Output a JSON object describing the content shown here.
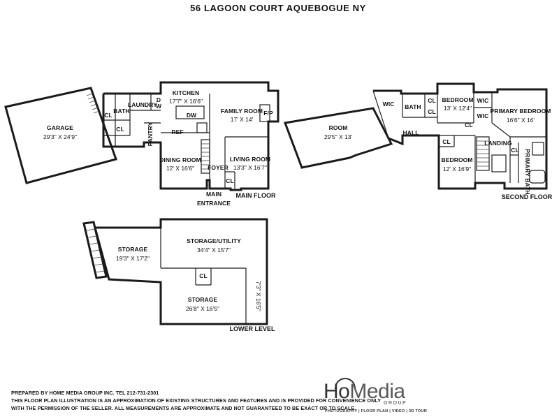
{
  "title": "56 LAGOON COURT AQUEBOGUE NY",
  "levels": {
    "main": "MAIN FLOOR",
    "second": "SECOND FLOOR",
    "lower": "LOWER LEVEL"
  },
  "rooms": {
    "garage": {
      "name": "GARAGE",
      "dim": "29'3\" X 24'9\""
    },
    "kitchen": {
      "name": "KITCHEN",
      "dim": "17'7\" X 16'6\""
    },
    "family_room": {
      "name": "FAMILY ROOM",
      "dim": "17' X 14'"
    },
    "dining_room": {
      "name": "DINING ROOM",
      "dim": "12' X 16'6\""
    },
    "living_room": {
      "name": "LIVING ROOM",
      "dim": "13'3\" X 16'7\""
    },
    "room": {
      "name": "ROOM",
      "dim": "29'5\" X 13'"
    },
    "bedroom_1": {
      "name": "BEDROOM",
      "dim": "13' X 12'4\""
    },
    "bedroom_2": {
      "name": "BEDROOM",
      "dim": "12' X 16'9\""
    },
    "primary_bedroom": {
      "name": "PRIMARY BEDROOM",
      "dim": "16'6\" X 16'"
    },
    "storage_1": {
      "name": "STORAGE",
      "dim": "19'3\" X 17'2\""
    },
    "storage_utility": {
      "name": "STORAGE/UTILITY",
      "dim": "34'4\" X 15'7\""
    },
    "storage_2": {
      "name": "STORAGE",
      "dim": "26'8\" X 16'5\""
    },
    "storage_side_dim": "7'3\" X 16'5\""
  },
  "labels": {
    "bath": "BATH",
    "laundry": "LAUNDRY",
    "cl": "CL",
    "d": "D",
    "w": "W",
    "dw": "DW",
    "ref": "REF",
    "pantry": "PANTRY",
    "foyer": "FOYER",
    "fp": "F/P",
    "main": "MAIN",
    "entrance": "ENTRANCE",
    "wic": "WIC",
    "hall": "HALL",
    "landing": "LANDING",
    "primary_bath": "PRIMARY BATH"
  },
  "footer": {
    "line1": "PREPARED BY  HOME MEDIA GROUP INC.  TEL 212-731-2301",
    "line2": "THIS FLOOR PLAN ILLUSTRATION IS AN APPROXIMATION OF EXISTING STRUCTURES AND FEATURES AND IS PROVIDED FOR CONVENIENCE ONLY",
    "line3": "WITH THE PERMISSION OF THE SELLER. ALL MEASUREMENTS ARE APPROXIMATE AND NOT GUARANTEED TO BE EXACT OR TO SCALE."
  },
  "logo": {
    "brand_a": "Ho",
    "brand_b": "Media",
    "group": "GROUP",
    "tagline": "PHOTOGRAPHY | FLOOR PLAN | VIDEO | 3D TOUR"
  }
}
